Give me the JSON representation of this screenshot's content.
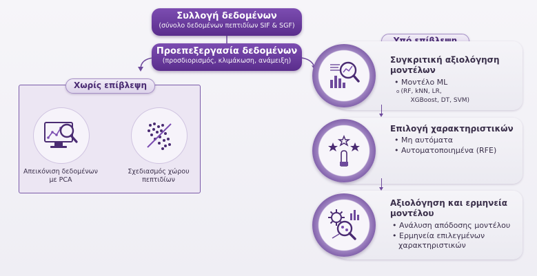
{
  "collect": {
    "title": "Συλλογή δεδομένων",
    "subtitle": "(σύνολο δεδομένων πεπτιδίων SIF & SGF)"
  },
  "preproc": {
    "title": "Προεπεξεργασία δεδομένων",
    "subtitle": "(προσδιορισμός, κλιμάκωση, ανάμειξη)"
  },
  "unsupervised": {
    "label": "Χωρίς επίβλεψη",
    "items": [
      {
        "line1": "Απεικόνιση δεδομένων",
        "line2": "με PCA",
        "icon": "monitor-magnifier-icon"
      },
      {
        "line1": "Σχεδιασμός χώρου",
        "line2": "πεπτιδίων",
        "icon": "scatter-plot-icon"
      }
    ]
  },
  "supervised": {
    "label": "Υπό επίβλεψη",
    "steps": [
      {
        "title_line1": "Συγκριτική αξιολόγηση",
        "title_line2": "μοντέλων",
        "items": [
          "Μοντέλο ML"
        ],
        "sub_line1": "(RF, kNN, LR,",
        "sub_line2": "XGBoost, DT, SVM)",
        "icon": "chart-magnifier-icon"
      },
      {
        "title_line1": "Επιλογή χαρακτηριστικών",
        "items": [
          "Μη αυτόματα",
          "Αυτοματοποιημένα (RFE)"
        ],
        "icon": "hand-stars-icon"
      },
      {
        "title_line1": "Αξιολόγηση και ερμηνεία",
        "title_line2": "μοντέλου",
        "items": [
          "Ανάλυση απόδοσης μοντέλου",
          "Ερμηνεία επιλεγμένων"
        ],
        "item_cont": "χαρακτηριστικών",
        "icon": "gear-magnifier-icon"
      }
    ]
  },
  "colors": {
    "primary": "#5a2d8c",
    "accent": "#7c4db1",
    "panel": "#ece6f3",
    "text": "#3a2f4a"
  }
}
